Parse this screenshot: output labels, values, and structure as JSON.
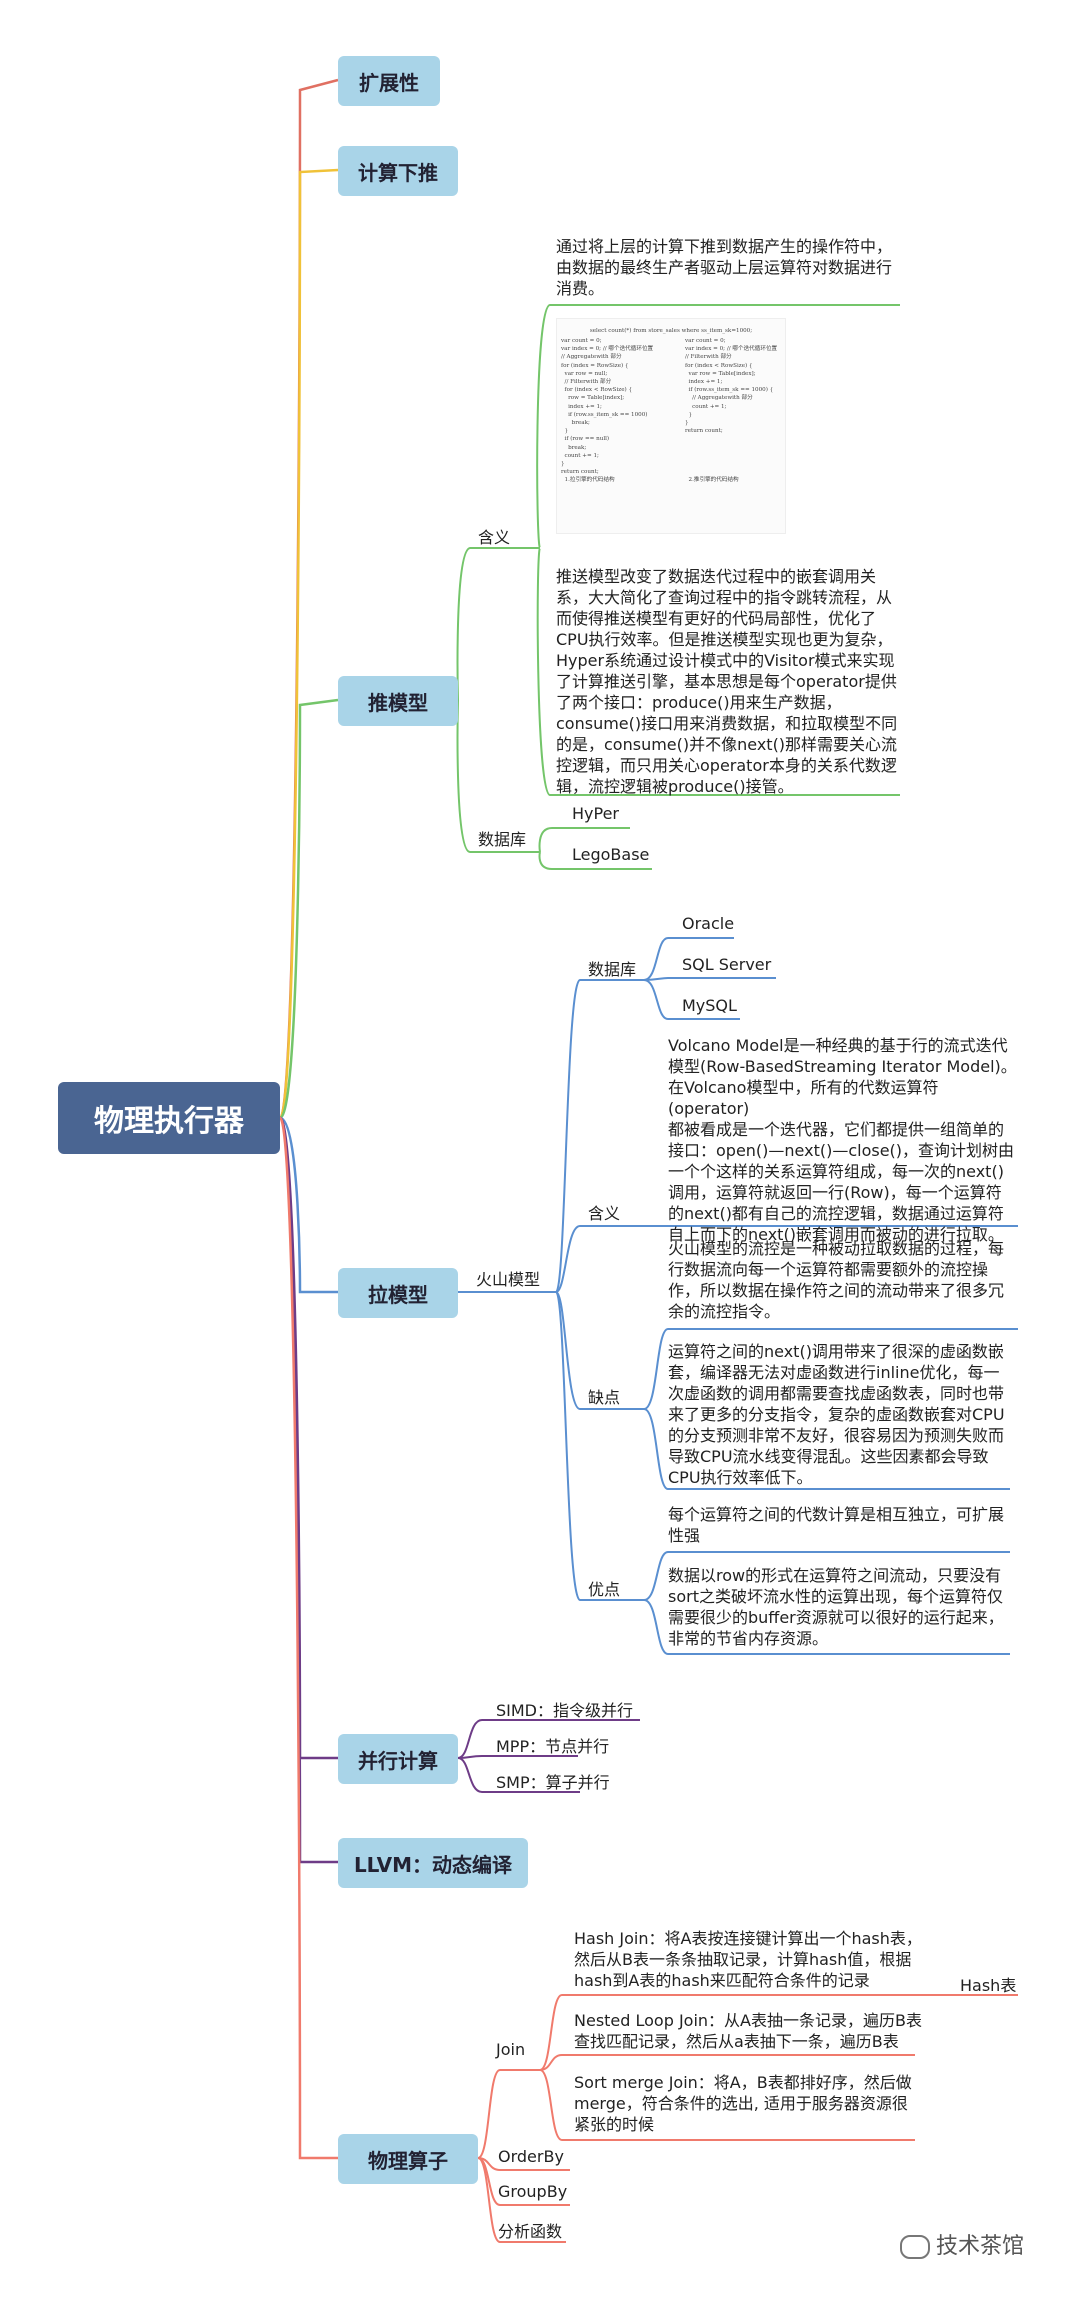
{
  "root": "物理执行器",
  "topics": {
    "extensibility": "扩展性",
    "pushdown": "计算下推",
    "push_model": "推模型",
    "pull_model": "拉模型",
    "parallel": "并行计算",
    "llvm": "LLVM：动态编译",
    "operators": "物理算子"
  },
  "pushdown_desc": [
    "通过将上层的计算下推到数据产生的操作符中，",
    "由数据的最终生产者驱动上层运算符对数据进行",
    "消费。"
  ],
  "push": {
    "meaning_label": "含义",
    "code_title": "select count(*) from store_sales where ss_item_sk=1000;",
    "code_left": "var count = 0;\nvar index = 0; // 哪个迭代循环位置\n// Aggregatewith 部分\nfor (index = RowSize) {\n  var row = null;\n  // Filterwith 部分\n  for (index < RowSize) {\n    row = Table[index];\n    index += 1;\n    if (row.ss_item_sk == 1000)\n      break;\n  }\n  if (row == null)\n    break;\n  count += 1;\n}\nreturn count;\n  1.拉引擎的代码结构",
    "code_right": "var count = 0;\nvar index = 0; // 哪个迭代循环位置\n// Filterwith 部分\nfor (index < RowSize) {\n  var row = Table[index];\n  index += 1;\n  if (row.ss_item_sk == 1000) {\n    // Aggregatewith 部分\n    count += 1;\n  }\n}\nreturn count;\n\n\n\n\n\n  2.推引擎的代码结构",
    "desc": [
      "推送模型改变了数据迭代过程中的嵌套调用关",
      "系，大大简化了查询过程中的指令跳转流程，从",
      "而使得推送模型有更好的代码局部性，优化了",
      "CPU执行效率。但是推送模型实现也更为复杂，",
      "Hyper系统通过设计模式中的Visitor模式来实现",
      "了计算推送引擎，基本思想是每个operator提供",
      "了两个接口：produce()用来生产数据，",
      "consume()接口用来消费数据，和拉取模型不同",
      "的是，consume()并不像next()那样需要关心流",
      "控逻辑，而只用关心operator本身的关系代数逻",
      "辑，流控逻辑被produce()接管。"
    ],
    "db_label": "数据库",
    "dbs": [
      "HyPer",
      "LegoBase"
    ]
  },
  "pull": {
    "volcano_label": "火山模型",
    "db_label": "数据库",
    "dbs": [
      "Oracle",
      "SQL Server",
      "MySQL"
    ],
    "meaning_label": "含义",
    "meaning": [
      "Volcano Model是一种经典的基于行的流式迭代",
      "模型(Row-BasedStreaming Iterator Model)。",
      "在Volcano模型中，所有的代数运算符(operator)",
      "都被看成是一个迭代器，它们都提供一组简单的",
      "接口：open()—next()—close()，查询计划树由",
      "一个个这样的关系运算符组成，每一次的next()",
      "调用，运算符就返回一行(Row)，每一个运算符",
      "的next()都有自己的流控逻辑，数据通过运算符",
      "自上而下的next()嵌套调用而被动的进行拉取。"
    ],
    "cons_label": "缺点",
    "cons1": [
      "火山模型的流控是一种被动拉取数据的过程，每",
      "行数据流向每一个运算符都需要额外的流控操",
      "作，所以数据在操作符之间的流动带来了很多冗",
      "余的流控指令。"
    ],
    "cons2": [
      "运算符之间的next()调用带来了很深的虚函数嵌",
      "套，编译器无法对虚函数进行inline优化，每一",
      "次虚函数的调用都需要查找虚函数表，同时也带",
      "来了更多的分支指令，复杂的虚函数嵌套对CPU",
      "的分支预测非常不友好，很容易因为预测失败而",
      "导致CPU流水线变得混乱。这些因素都会导致",
      "CPU执行效率低下。"
    ],
    "pros_label": "优点",
    "pros1": [
      "每个运算符之间的代数计算是相互独立，可扩展",
      "性强"
    ],
    "pros2": [
      "数据以row的形式在运算符之间流动，只要没有",
      "sort之类破坏流水性的运算出现，每个运算符仅",
      "需要很少的buffer资源就可以很好的运行起来，",
      "非常的节省内存资源。"
    ]
  },
  "parallel_items": [
    "SIMD：指令级并行",
    "MPP：节点并行",
    "SMP：算子并行"
  ],
  "ops": {
    "join_label": "Join",
    "hash_join": [
      "Hash Join：将A表按连接键计算出一个hash表，",
      "然后从B表一条条抽取记录，计算hash值，根据",
      "hash到A表的hash来匹配符合条件的记录"
    ],
    "hash_table": "Hash表",
    "nested_loop": [
      "Nested Loop Join：从A表抽一条记录，遍历B表",
      "查找匹配记录，然后从a表抽下一条，遍历B表"
    ],
    "sort_merge": [
      "Sort merge Join：将A，B表都排好序，然后做",
      "merge，符合条件的选出, 适用于服务器资源很",
      "紧张的时候"
    ],
    "items": [
      "OrderBy",
      "GroupBy",
      "分析函数"
    ]
  },
  "watermark": "技术茶馆",
  "colors": {
    "root": "#4a6592",
    "topic": "#a9d4e8",
    "red": "#e07062",
    "yellow": "#f0c238",
    "green": "#74c56a",
    "blue": "#5a8fd0",
    "purple": "#6e3c87",
    "salmon": "#f07a6c"
  }
}
